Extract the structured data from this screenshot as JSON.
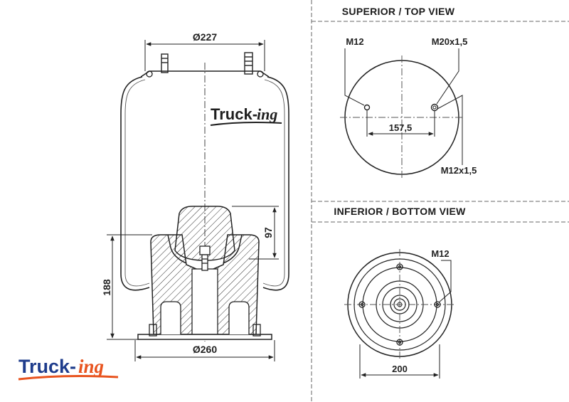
{
  "views": {
    "top_title": "SUPERIOR / TOP VIEW",
    "bottom_title": "INFERIOR / BOTTOM VIEW"
  },
  "side": {
    "diameter_top": "Ø227",
    "diameter_bottom": "Ø260",
    "height_total": "188",
    "height_piston": "97"
  },
  "top_view": {
    "thread_left": "M12",
    "thread_right": "M20x1,5",
    "spacing": "157,5",
    "thread_lower": "M12x1,5"
  },
  "bottom_view": {
    "thread": "M12",
    "width": "200"
  },
  "brand": {
    "name": "Truck-",
    "suffix": "ing",
    "primary_color": "#1e3c8c",
    "accent_color": "#e8531e"
  }
}
